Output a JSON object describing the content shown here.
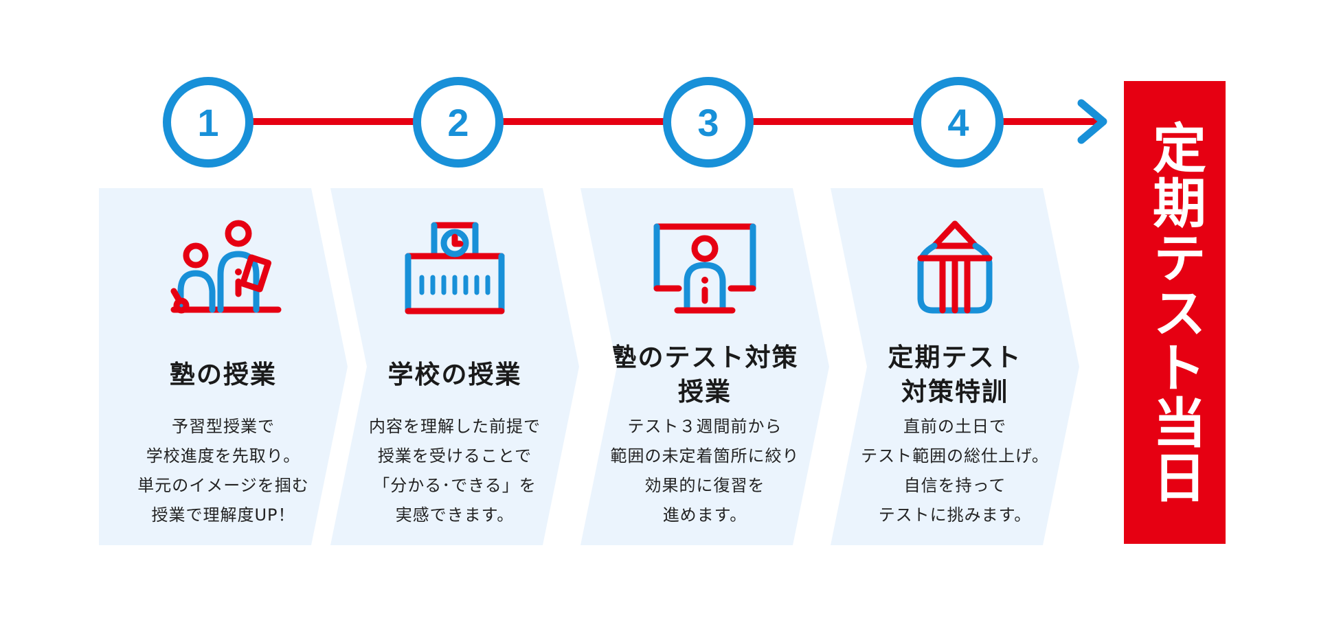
{
  "colors": {
    "accent_red": "#e60012",
    "accent_blue": "#1890d8",
    "panel_bg": "#ebf4fd"
  },
  "steps": [
    {
      "number": "1",
      "icon": "students-teacher-icon",
      "title": [
        "塾の授業"
      ],
      "description": [
        "予習型授業で",
        "学校進度を先取り。",
        "単元のイメージを掴む",
        "授業で理解度UP！"
      ]
    },
    {
      "number": "2",
      "icon": "school-building-icon",
      "title": [
        "学校の授業"
      ],
      "description": [
        "内容を理解した前提で",
        "授業を受けることで",
        "「分かる･できる」を",
        "実感できます。"
      ]
    },
    {
      "number": "3",
      "icon": "teacher-whiteboard-icon",
      "title": [
        "塾のテスト対策",
        "授業"
      ],
      "description": [
        "テスト３週間前から",
        "範囲の未定着箇所に絞り",
        "効果的に復習を",
        "進めます。"
      ]
    },
    {
      "number": "4",
      "icon": "pencil-icon",
      "title": [
        "定期テスト",
        "対策特訓"
      ],
      "description": [
        "直前の土日で",
        "テスト範囲の総仕上げ。",
        "自信を持って",
        "テストに挑みます。"
      ]
    }
  ],
  "final": {
    "label": "定期テスト当日"
  }
}
